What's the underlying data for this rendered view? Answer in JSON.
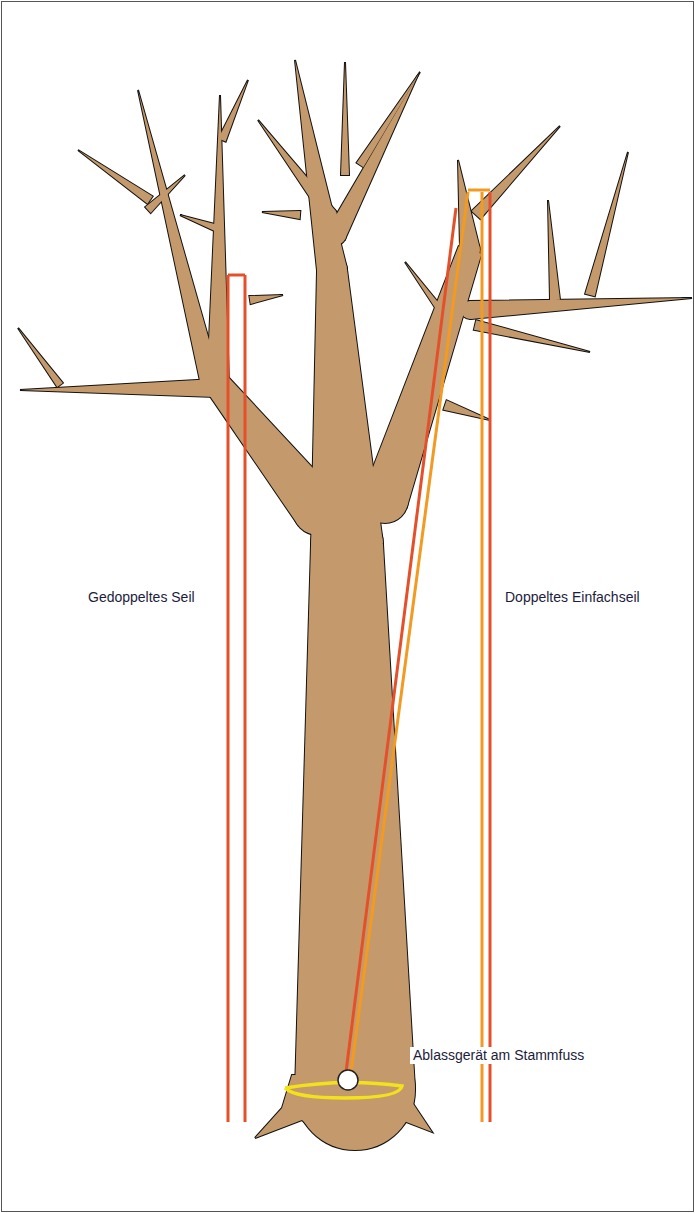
{
  "diagram": {
    "labels": [
      "Gedoppeltes Seil",
      "Doppeltes Einfachseil",
      "Ablassgerät am Stammfuss"
    ]
  }
}
